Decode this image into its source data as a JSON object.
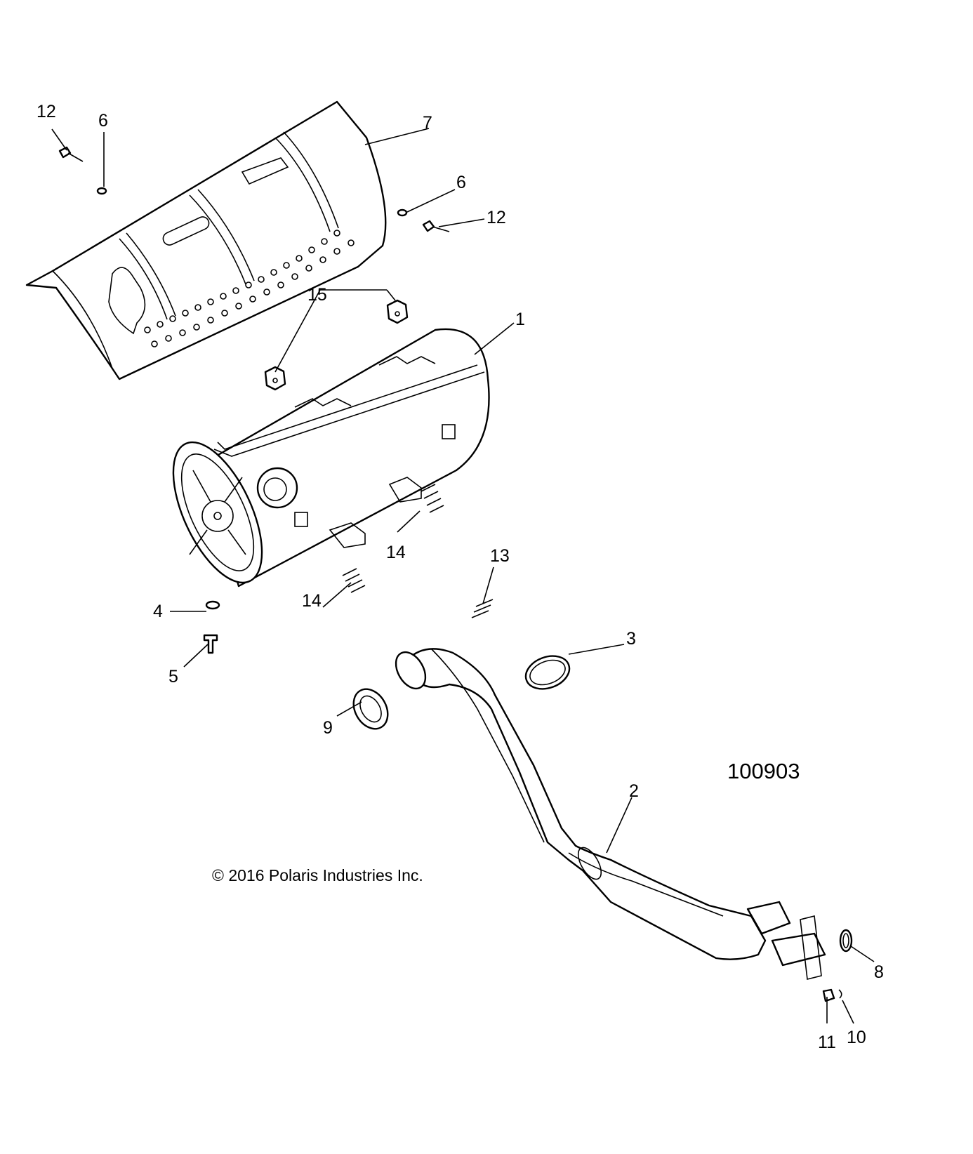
{
  "figure_id": "100903",
  "copyright": "© 2016 Polaris Industries Inc.",
  "callouts": {
    "c1": "1",
    "c2": "2",
    "c3": "3",
    "c4": "4",
    "c5": "5",
    "c6a": "6",
    "c6b": "6",
    "c7": "7",
    "c8": "8",
    "c9": "9",
    "c10": "10",
    "c11": "11",
    "c12a": "12",
    "c12b": "12",
    "c13": "13",
    "c14a": "14",
    "c14b": "14",
    "c15": "15"
  }
}
